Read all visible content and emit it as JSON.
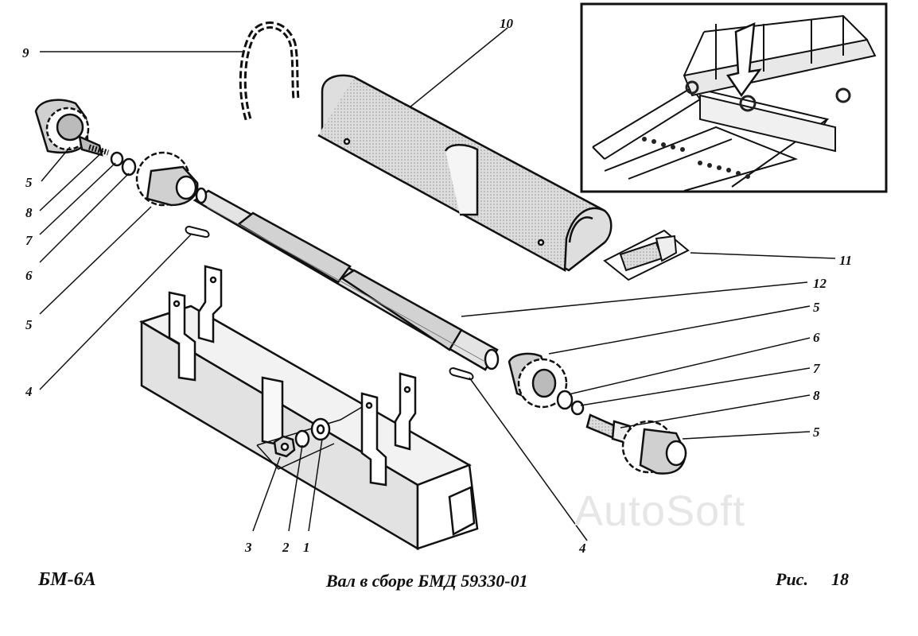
{
  "figure": {
    "model": "БМ-6А",
    "caption": "Вал в сборе БМД 59330-01",
    "fig_prefix": "Рис.",
    "fig_number": "18",
    "watermark": "AutoSoft"
  },
  "callouts": {
    "c1": "1",
    "c2": "2",
    "c3": "3",
    "c4a": "4",
    "c4b": "4",
    "c5a": "5",
    "c5b": "5",
    "c5c": "5",
    "c5d": "5",
    "c6a": "6",
    "c6b": "6",
    "c7a": "7",
    "c7b": "7",
    "c8a": "8",
    "c8b": "8",
    "c9": "9",
    "c10": "10",
    "c11": "11",
    "c12": "12"
  },
  "colors": {
    "line": "#111111",
    "paper": "#ffffff",
    "shade": "#c8c8c8",
    "watermark": "#e6e6e6"
  }
}
